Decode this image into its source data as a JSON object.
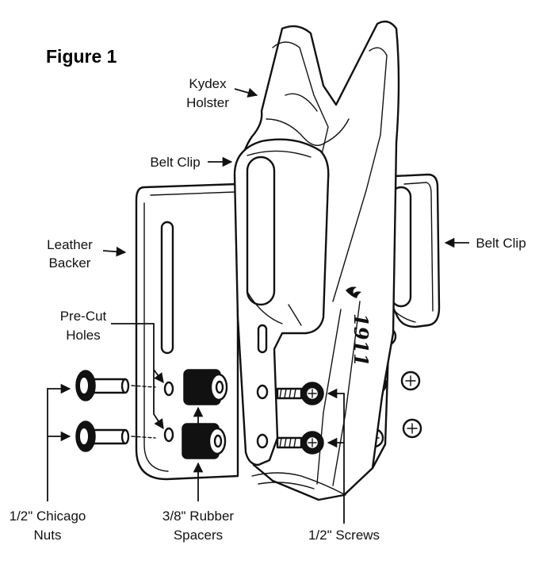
{
  "figure": {
    "title": "Figure 1"
  },
  "labels": {
    "kydex_holster": [
      "Kydex",
      "Holster"
    ],
    "belt_clip_left": "Belt Clip",
    "belt_clip_right": "Belt Clip",
    "leather_backer": [
      "Leather",
      "Backer"
    ],
    "pre_cut_holes": [
      "Pre-Cut",
      "Holes"
    ],
    "chicago_nuts": [
      "1/2\" Chicago",
      "Nuts"
    ],
    "rubber_spacers": [
      "3/8\" Rubber",
      "Spacers"
    ],
    "screws": "1/2\" Screws"
  },
  "logo": {
    "text": "1911"
  }
}
